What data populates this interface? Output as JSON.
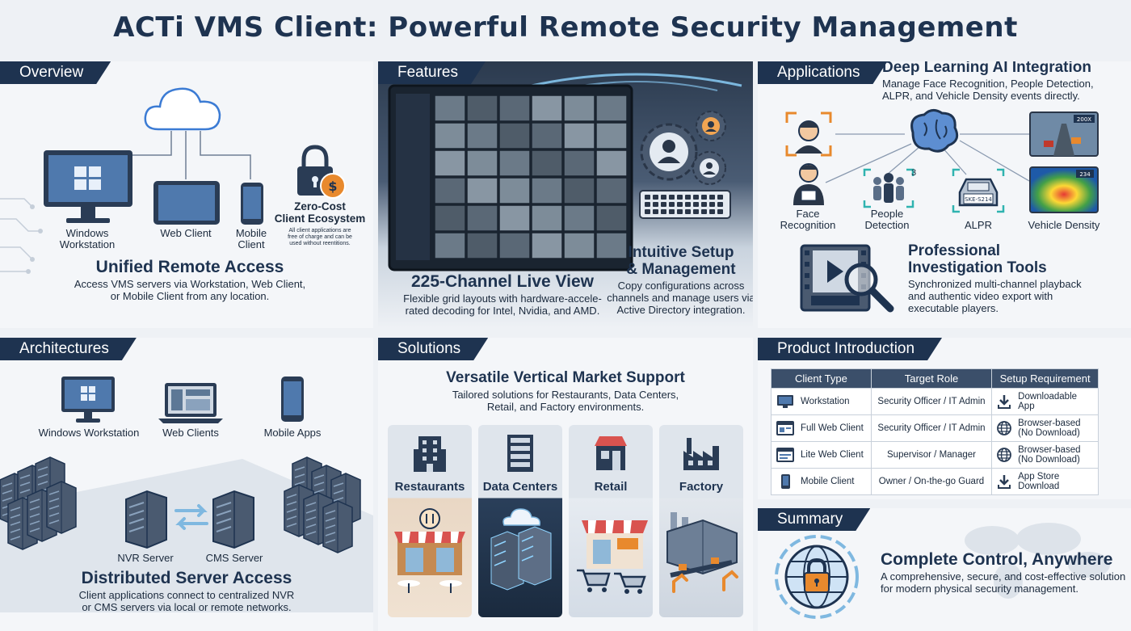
{
  "title": "ACTi VMS Client: Powerful Remote Security Management",
  "overview": {
    "tab": "Overview",
    "devices": [
      {
        "label_line1": "Windows",
        "label_line2": "Workstation",
        "icon": "windows-monitor-icon"
      },
      {
        "label_line1": "Web Client",
        "label_line2": "",
        "icon": "tablet-icon"
      },
      {
        "label_line1": "Mobile",
        "label_line2": "Client",
        "icon": "smartphone-icon"
      }
    ],
    "zero_cost_title_line1": "Zero-Cost",
    "zero_cost_title_line2": "Client Ecosystem",
    "zero_cost_desc_line1": "All client applications are",
    "zero_cost_desc_line2": "free of charge and can be",
    "zero_cost_desc_line3": "used without reentitions.",
    "heading": "Unified Remote Access",
    "desc_line1": "Access VMS servers via Workstation, Web Client,",
    "desc_line2": "or Mobile Client from any location."
  },
  "features": {
    "tab": "Features",
    "live_title": "225-Channel Live View",
    "live_desc_line1": "Flexible grid layouts with hardware-accele-",
    "live_desc_line2": "rated decoding for Intel, Nvidia, and AMD.",
    "setup_title_line1": "Intuitive Setup",
    "setup_title_line2": "& Management",
    "setup_desc_line1": "Copy configurations across",
    "setup_desc_line2": "channels and manage users via",
    "setup_desc_line3": "Active Directory integration."
  },
  "applications": {
    "tab": "Applications",
    "ai_title": "Deep Learning AI Integration",
    "ai_desc_line1": "Manage Face Recognition, People Detection,",
    "ai_desc_line2": "ALPR, and Vehicle Density events directly.",
    "items": [
      {
        "label_line1": "Face",
        "label_line2": "Recognition"
      },
      {
        "label_line1": "People",
        "label_line2": "Detection"
      },
      {
        "label_line1": "ALPR",
        "label_line2": ""
      },
      {
        "label_line1": "Vehicle Density",
        "label_line2": ""
      }
    ],
    "people_count": "3",
    "plate_text": "SKE-S214",
    "camera_tag_1": "200X",
    "camera_tag_2": "234",
    "inv_title_line1": "Professional",
    "inv_title_line2": "Investigation Tools",
    "inv_desc_line1": "Synchronized multi-channel playback",
    "inv_desc_line2": "and authentic video export with",
    "inv_desc_line3": "executable players."
  },
  "architectures": {
    "tab": "Architectures",
    "clients": [
      "Windows Workstation",
      "Web Clients",
      "Mobile Apps"
    ],
    "servers": [
      "NVR Server",
      "CMS Server"
    ],
    "heading": "Distributed Server Access",
    "desc_line1": "Client applications connect to centralized NVR",
    "desc_line2": "or CMS servers via local or remote networks."
  },
  "solutions": {
    "tab": "Solutions",
    "heading": "Versatile Vertical Market Support",
    "desc_line1": "Tailored solutions for Restaurants, Data Centers,",
    "desc_line2": "Retail, and Factory environments.",
    "markets": [
      "Restaurants",
      "Data Centers",
      "Retail",
      "Factory"
    ]
  },
  "product": {
    "tab": "Product Introduction",
    "headers": [
      "Client Type",
      "Target Role",
      "Setup Requirement"
    ],
    "rows": [
      {
        "type": "Workstation",
        "role": "Security Officer / IT Admin",
        "req_line1": "Downloadable App",
        "req_line2": "",
        "type_icon": "monitor-icon",
        "req_icon": "download-icon"
      },
      {
        "type": "Full Web Client",
        "role": "Security Officer / IT Admin",
        "req_line1": "Browser-based",
        "req_line2": "(No Download)",
        "type_icon": "browser-window-icon",
        "req_icon": "globe-icon"
      },
      {
        "type": "Lite Web Client",
        "role": "Supervisor / Manager",
        "req_line1": "Browser-based",
        "req_line2": "(No Download)",
        "type_icon": "browser-window-icon",
        "req_icon": "globe-icon"
      },
      {
        "type": "Mobile Client",
        "role": "Owner / On-the-go Guard",
        "req_line1": "App Store Download",
        "req_line2": "",
        "type_icon": "smartphone-icon",
        "req_icon": "download-icon"
      }
    ]
  },
  "summary": {
    "tab": "Summary",
    "heading": "Complete Control, Anywhere",
    "desc_line1": "A comprehensive, secure, and cost-effective solution",
    "desc_line2": "for modern physical security management."
  },
  "colors": {
    "navy": "#1e3350",
    "accent_blue": "#3b7bd4",
    "orange": "#e8892d",
    "teal": "#2fb3b0"
  }
}
